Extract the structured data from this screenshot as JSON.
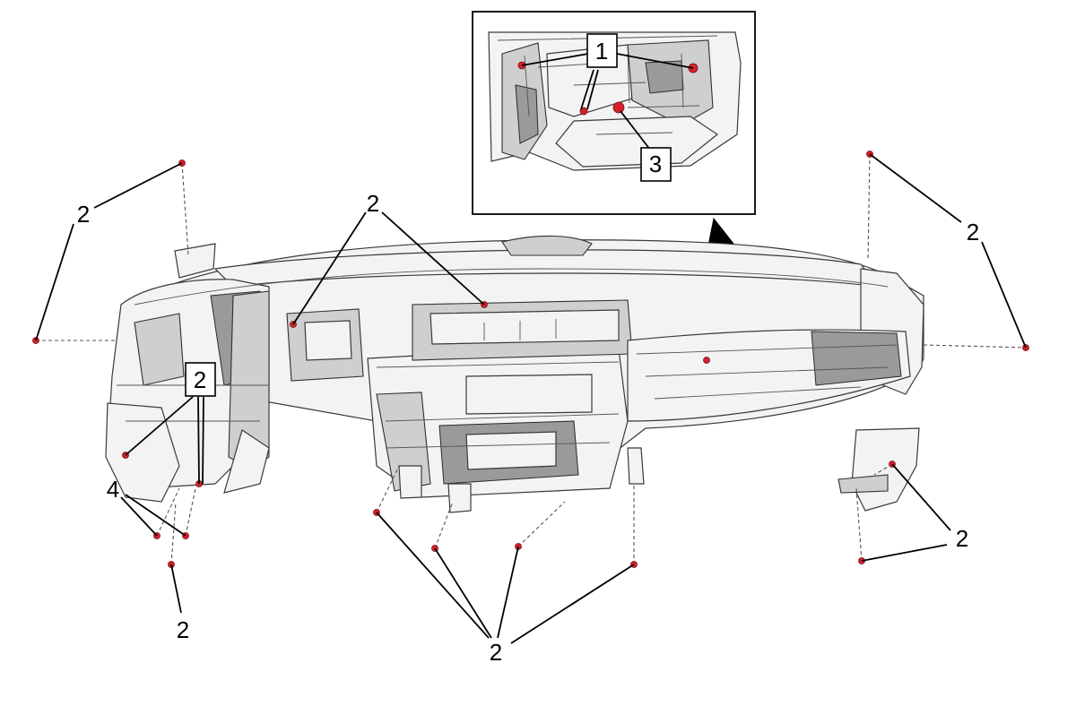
{
  "diagram": {
    "callouts": {
      "c1": "1",
      "c2": "2",
      "c3": "3",
      "c4": "4"
    }
  },
  "colors": {
    "fastener": "#d4202a",
    "line": "#000000"
  }
}
